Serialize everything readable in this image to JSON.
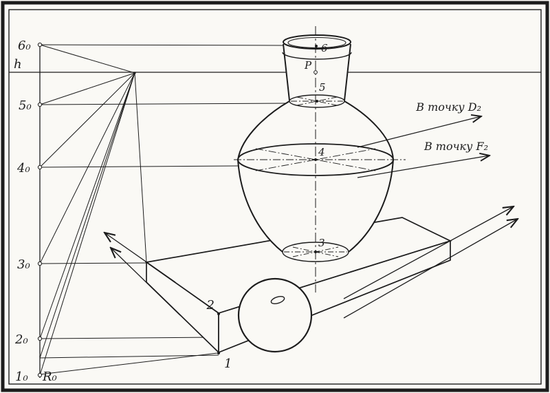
{
  "figure": {
    "kind": "perspective-construction-drawing",
    "colors": {
      "ink": "#1c1c1c",
      "paper": "#faf9f5"
    },
    "horizon_label": "h",
    "left_scale": {
      "p6": "6₀",
      "p5": "5₀",
      "p4": "4₀",
      "p3": "3₀",
      "p2": "2₀",
      "p1": "1₀",
      "r": "R₀"
    },
    "axis_points": {
      "p6": "6",
      "center": "P",
      "p5": "5",
      "p4": "4",
      "p3": "3"
    },
    "ground_points": {
      "p2": "2",
      "p1": "1"
    },
    "annotations": {
      "to_d2": "В точку D₂",
      "to_f2": "В точку F₂"
    }
  }
}
